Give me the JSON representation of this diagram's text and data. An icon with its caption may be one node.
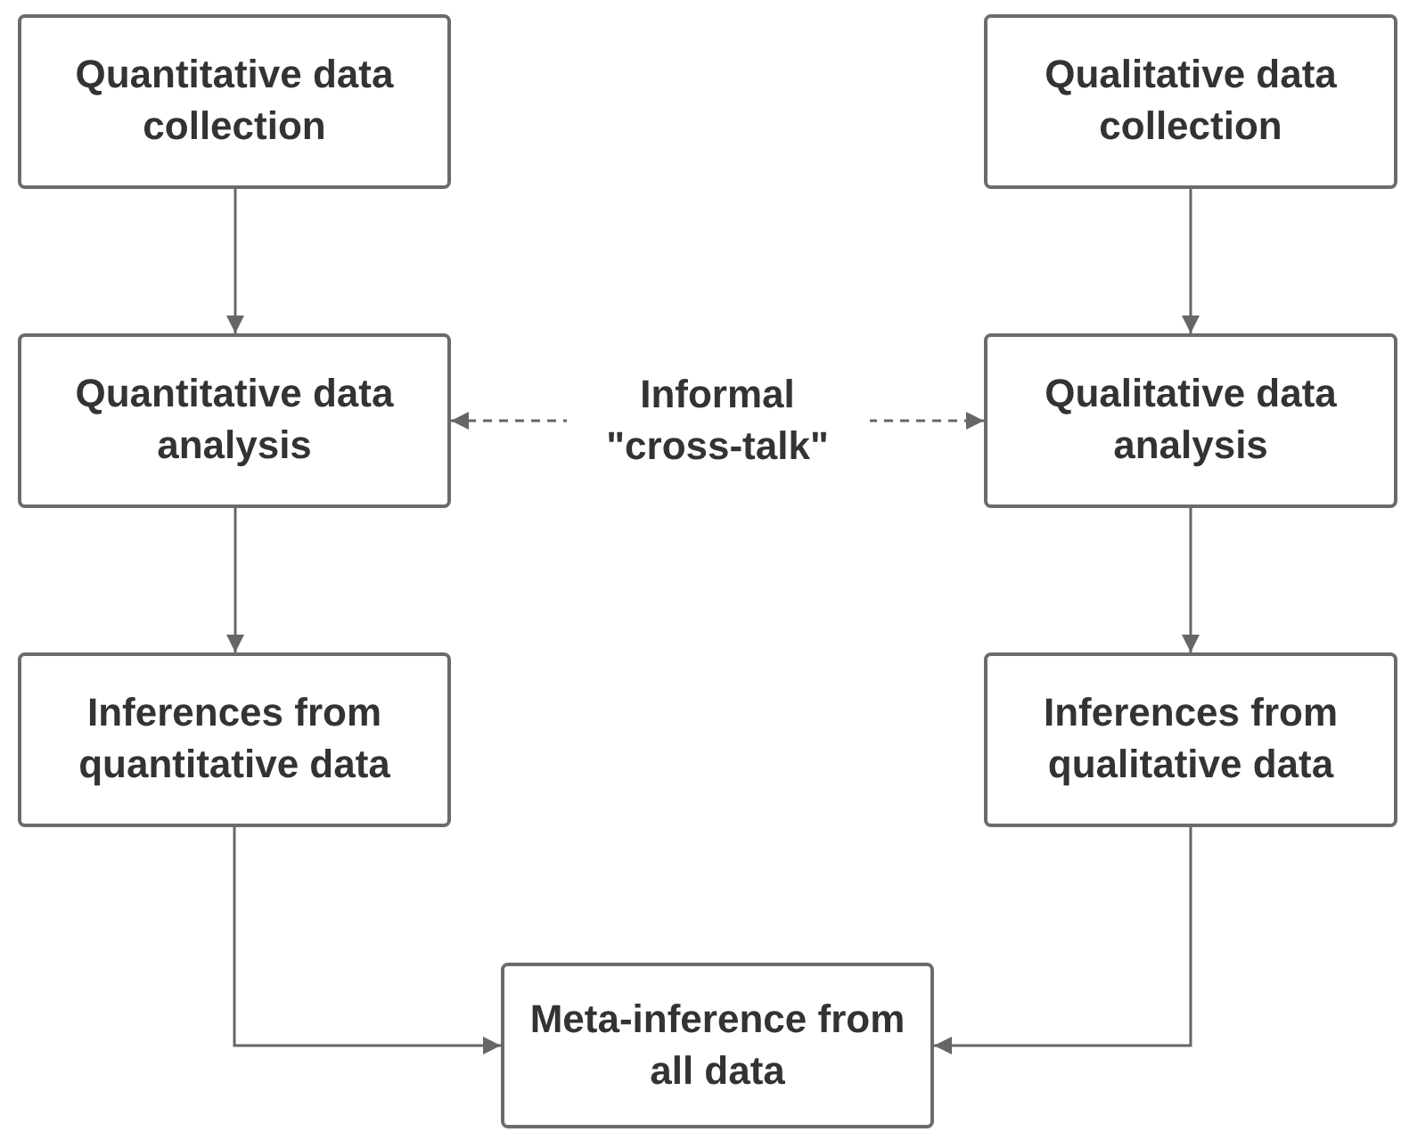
{
  "diagram": {
    "nodes": [
      {
        "text": [
          "Quantitative data collection"
        ]
      },
      {
        "text": [
          "Quantitative data analysis"
        ]
      },
      {
        "text": [
          "Inferences from quantitative data"
        ]
      },
      {
        "text": [
          "Qualitative data collection"
        ]
      },
      {
        "text": [
          "Qualitative data analysis"
        ]
      },
      {
        "text": [
          "Inferences from qualitative data"
        ]
      },
      {
        "text": [
          "Meta-inference from all data"
        ]
      }
    ],
    "edges": [
      {
        "from": 0,
        "to": 1,
        "arrow": "to"
      },
      {
        "from": 1,
        "to": 2,
        "arrow": "to"
      },
      {
        "from": 3,
        "to": 4,
        "arrow": "to"
      },
      {
        "from": 4,
        "to": 5,
        "arrow": "to"
      },
      {
        "from": 2,
        "to": 6,
        "arrow": "to"
      },
      {
        "from": 5,
        "to": 6,
        "arrow": "to"
      },
      {
        "from": 1,
        "to": 4,
        "arrow": "both",
        "style": "dashed",
        "label": "Informal \"cross-talk\""
      }
    ]
  }
}
